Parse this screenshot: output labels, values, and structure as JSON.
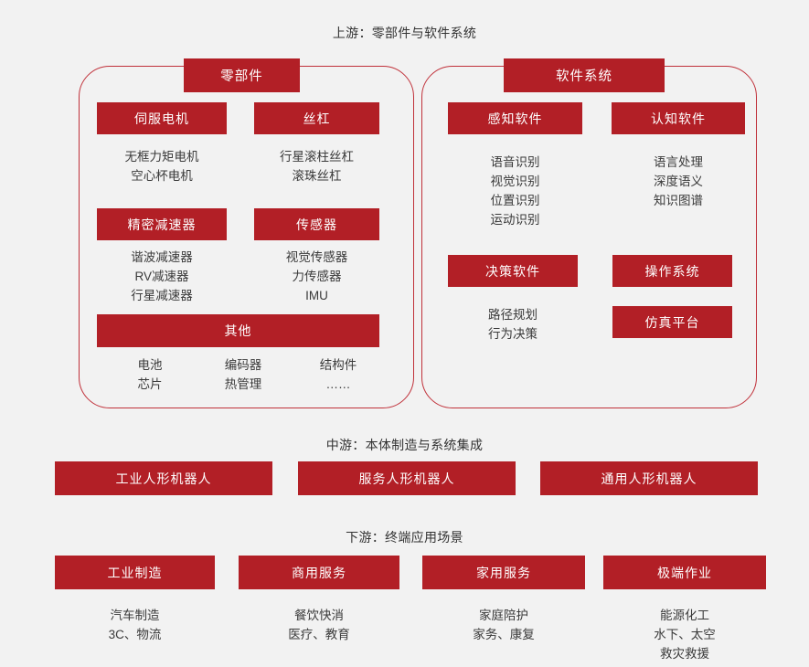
{
  "sections": {
    "upstream_caption": "上游：零部件与软件系统",
    "midstream_caption": "中游：本体制造与系统集成",
    "downstream_caption": "下游：终端应用场景"
  },
  "colors": {
    "brand_red": "#b21f26",
    "panel_border": "#c0313a",
    "background": "#f2f2f2",
    "body_text": "#3a3a3a"
  },
  "upstream": {
    "components_panel": {
      "header": "零部件",
      "groups": [
        {
          "title": "伺服电机",
          "items": "无框力矩电机\n空心杯电机"
        },
        {
          "title": "丝杠",
          "items": "行星滚柱丝杠\n滚珠丝杠"
        },
        {
          "title": "精密减速器",
          "items": "谐波减速器\nRV减速器\n行星减速器"
        },
        {
          "title": "传感器",
          "items": "视觉传感器\n力传感器\nIMU"
        }
      ],
      "other": {
        "title": "其他",
        "col1": "电池\n芯片",
        "col2": "编码器\n热管理",
        "col3": "结构件\n……"
      }
    },
    "software_panel": {
      "header": "软件系统",
      "groups": [
        {
          "title": "感知软件",
          "items": "语音识别\n视觉识别\n位置识别\n运动识别"
        },
        {
          "title": "认知软件",
          "items": "语言处理\n深度语义\n知识图谱"
        },
        {
          "title": "决策软件",
          "items": "路径规划\n行为决策"
        }
      ],
      "platform_boxes": [
        {
          "title": "操作系统"
        },
        {
          "title": "仿真平台"
        }
      ]
    }
  },
  "midstream": {
    "boxes": [
      {
        "title": "工业人形机器人"
      },
      {
        "title": "服务人形机器人"
      },
      {
        "title": "通用人形机器人"
      }
    ]
  },
  "downstream": {
    "boxes": [
      {
        "title": "工业制造",
        "items": "汽车制造\n3C、物流"
      },
      {
        "title": "商用服务",
        "items": "餐饮快消\n医疗、教育"
      },
      {
        "title": "家用服务",
        "items": "家庭陪护\n家务、康复"
      },
      {
        "title": "极端作业",
        "items": "能源化工\n水下、太空\n救灾救援"
      }
    ]
  }
}
